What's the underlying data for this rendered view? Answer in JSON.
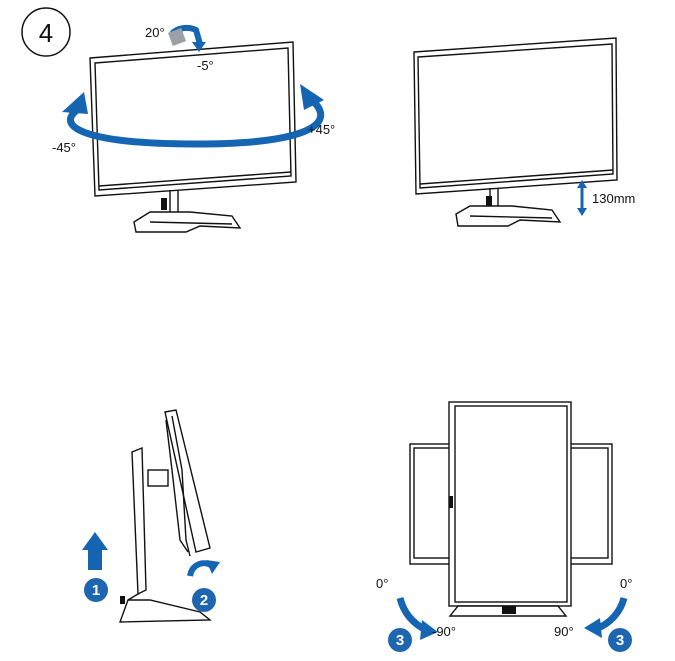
{
  "step_number": "4",
  "panels": {
    "tilt_swivel": {
      "tilt_up": "20°",
      "tilt_down": "-5°",
      "swivel_left": "-45°",
      "swivel_right": "+45°"
    },
    "height": {
      "height_range": "130mm"
    },
    "pivot": {
      "step1": "1",
      "step2": "2",
      "step3": "3",
      "left_start": "0°",
      "left_end": "-90°",
      "right_start": "0°",
      "right_end": "90°"
    }
  },
  "colors": {
    "arrow_blue": "#1565b3",
    "badge_blue": "#1f66b0",
    "line": "#111111",
    "grey_tab": "#9aa0a6"
  }
}
